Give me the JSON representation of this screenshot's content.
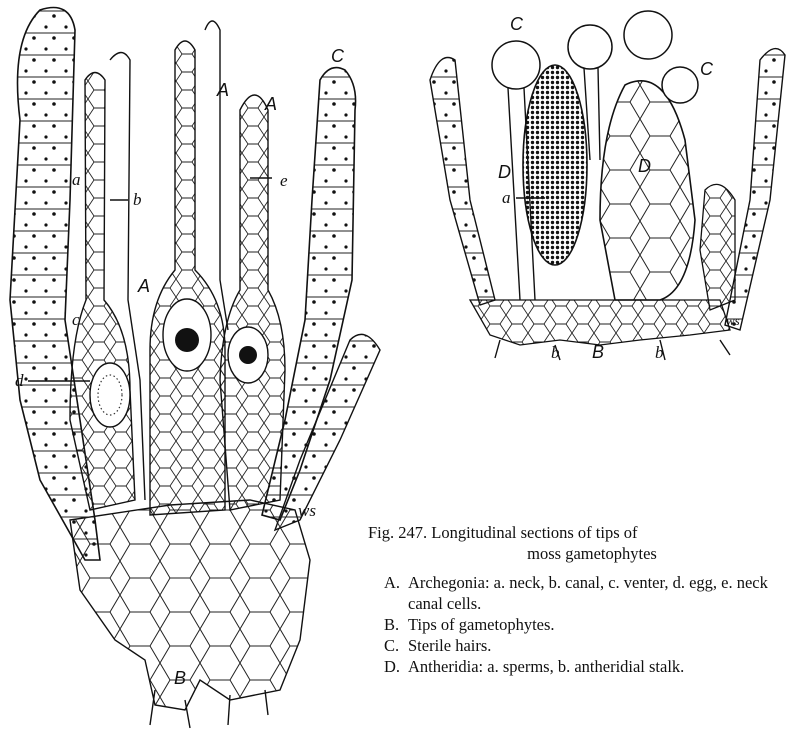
{
  "labels": {
    "left": {
      "A": "A",
      "C": "C",
      "B": "B",
      "a": "a",
      "b": "b",
      "c": "c",
      "d": "d",
      "e": "e",
      "ws": "ws"
    },
    "right": {
      "C": "C",
      "D": "D",
      "a": "a",
      "b": "b",
      "B": "B",
      "ws": "ws"
    }
  },
  "caption": {
    "title_line1": "Fig. 247. Longitudinal sections of tips of",
    "title_line2": "moss gametophytes",
    "items": [
      {
        "letter": "A.",
        "text": "Archegonia: a. neck, b. canal, c. venter, d. egg, e. neck canal cells."
      },
      {
        "letter": "B.",
        "text": "Tips of gametophytes."
      },
      {
        "letter": "C.",
        "text": "Sterile hairs."
      },
      {
        "letter": "D.",
        "text": "Antheridia: a. sperms, b. antheridial stalk."
      }
    ]
  }
}
